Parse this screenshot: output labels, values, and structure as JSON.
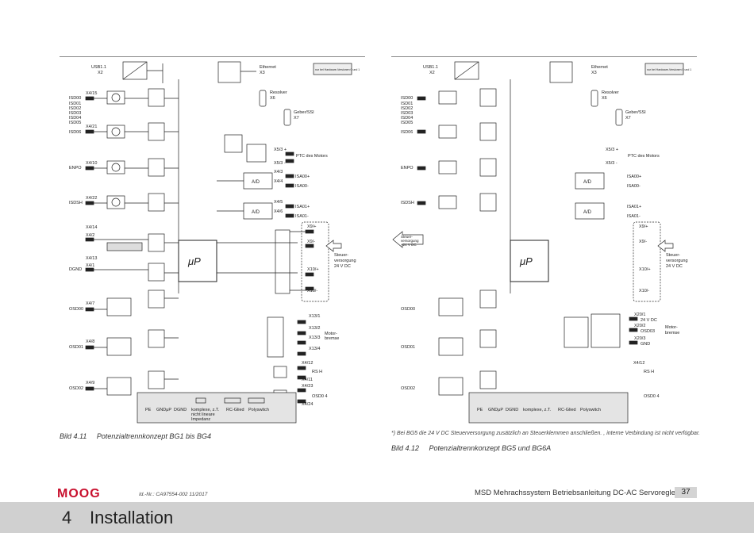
{
  "figure_left": {
    "caption_number": "Bild 4.11",
    "caption_text": "Potenzialtrennkonzept BG1 bis BG4",
    "note": "nur bei Hardware-Versionen 0 und 1",
    "inputs": [
      "ISD00",
      "ISD01",
      "ISD02",
      "ISD03",
      "ISD04",
      "ISD05",
      "ISD06",
      "ENPO",
      "ISDSH"
    ],
    "connectors_in": [
      "X4/15",
      "X4/21",
      "X4/10",
      "X4/22",
      "X4/14",
      "X4/2",
      "X4/13",
      "X4/1"
    ],
    "top_labels": [
      "USB1.1",
      "X2",
      "Ethernet",
      "X3",
      "Resolver",
      "X6",
      "Geber/SSI",
      "X7"
    ],
    "motor_labels": [
      "X5/3 +",
      "PTC des Motors",
      "X5/3 -",
      "X4/3",
      "ISA00+",
      "X4/4",
      "ISA00-",
      "X4/5",
      "ISA01+",
      "X4/6",
      "ISA01-"
    ],
    "power_labels": [
      "X9/+",
      "X9/-",
      "X10/+",
      "X10/-",
      "Steuer-",
      "versorgung",
      "24 V DC"
    ],
    "brake_labels": [
      "X13/1",
      "X13/2",
      "X13/3",
      "X13/4",
      "Motor-",
      "bremse"
    ],
    "output_labels": [
      "X4/7",
      "OSD00",
      "X4/8",
      "OSD01",
      "X4/9",
      "OSD02",
      "X4/12",
      "RS H",
      "X4/11",
      "X4/23",
      "OSD0 4",
      "X4/24"
    ],
    "cpu_label": "μP",
    "ad_label": "A/D",
    "dgnd": "DGND",
    "gndmp": "GNDμP",
    "legend": [
      "PE",
      "GNDμP",
      "DGND",
      "komplexe, z.T.",
      "nicht lineare",
      "Impedanz",
      "RC-Glied",
      "Polyswitch"
    ]
  },
  "figure_right": {
    "caption_number": "Bild 4.12",
    "caption_text": "Potenzialtrennkonzept BG5 und BG6A",
    "footnote": "*) Bei BG5 die 24 V DC Steuerversorgung zusätzlich an Steuerklemmen anschließen. , interne Verbindung ist nicht verfügbar.",
    "ext_supply": [
      "Steuer-",
      "versorgung",
      "+24 V DC"
    ],
    "brake_labels": [
      "X20/1",
      "24 V DC",
      "X20/2",
      "OSD03",
      "X20/3",
      "GND",
      "Motor-",
      "bremse"
    ]
  },
  "footer": {
    "logo": "MOOG",
    "doc_number": "Id.-Nr.: CA97554-002 11/2017",
    "title": "MSD Mehrachssystem Betriebsanleitung DC-AC Servoregler",
    "page": "37"
  },
  "chapter": {
    "number": "4",
    "title": "Installation"
  }
}
